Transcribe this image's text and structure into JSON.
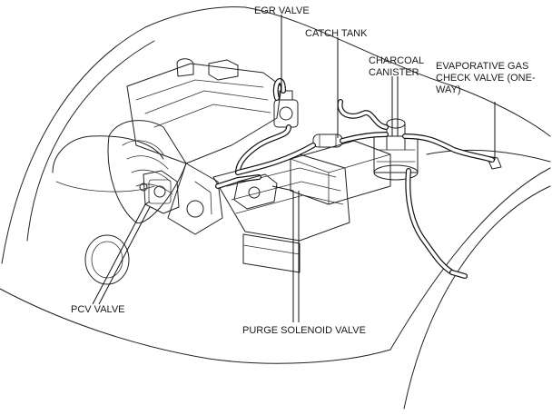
{
  "labels": {
    "egr_valve": "EGR VALVE",
    "catch_tank": "CATCH TANK",
    "charcoal_canister": "CHARCOAL\nCANISTER",
    "evap_check_valve": "EVAPORATIVE GAS\nCHECK VALVE (ONE-WAY)",
    "pcv_valve": "PCV VALVE",
    "purge_solenoid_valve": "PURGE SOLENOID VALVE"
  }
}
